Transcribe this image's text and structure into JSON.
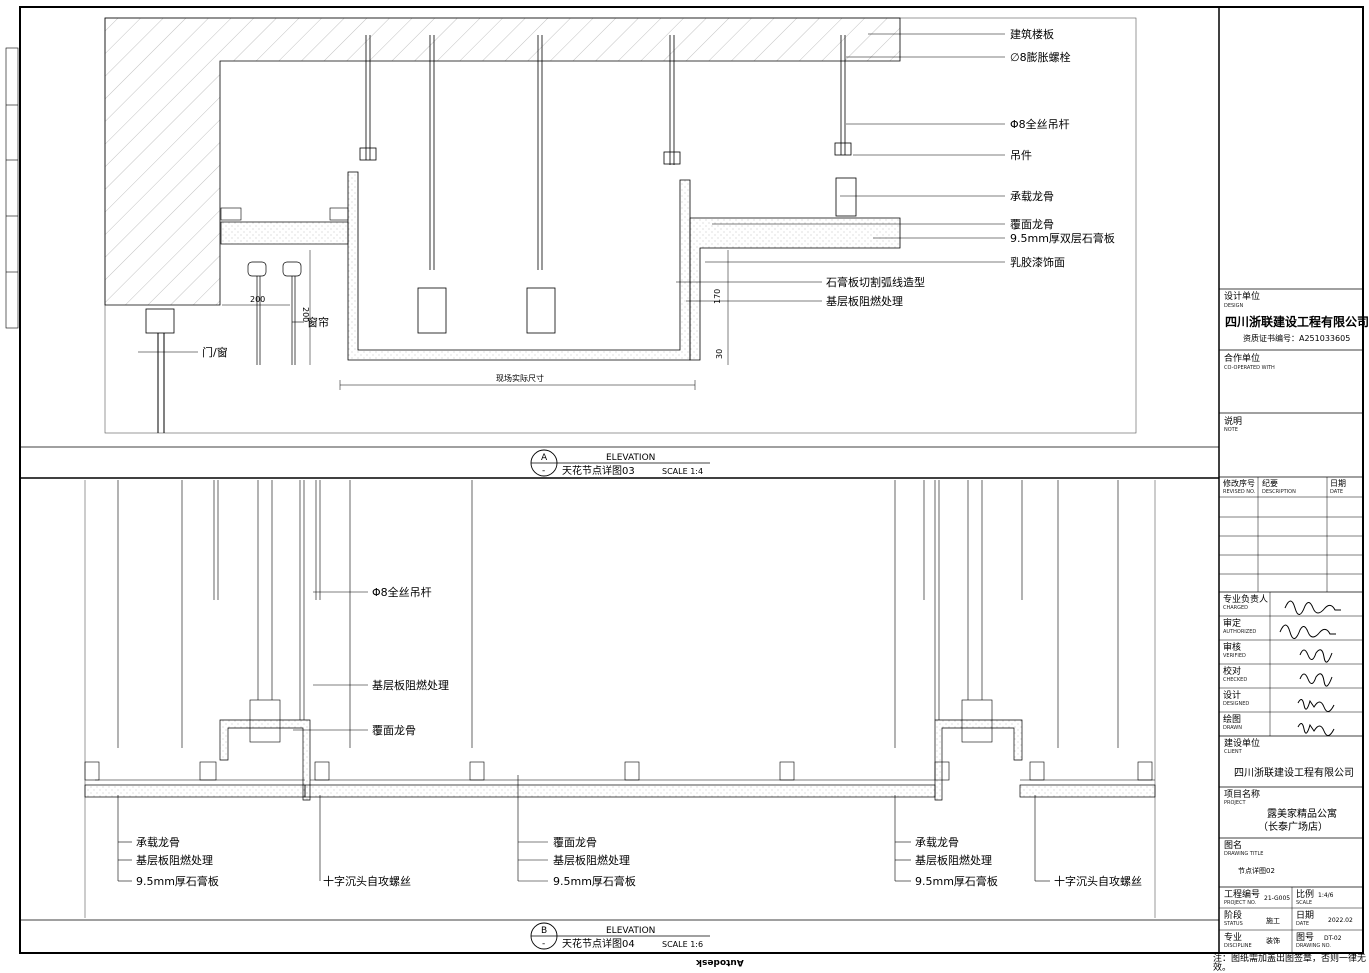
{
  "section_a": {
    "circle_letter": "A",
    "circle_sub": "-",
    "view": "ELEVATION",
    "title": "天花节点详图03",
    "scale": "SCALE 1:4",
    "labels": [
      "建筑楼板",
      "∅8膨胀螺栓",
      "Φ8全丝吊杆",
      "吊件",
      "承载龙骨",
      "覆面龙骨",
      "9.5mm厚双层石膏板",
      "乳胶漆饰面",
      "石膏板切割弧线造型",
      "基层板阻燃处理",
      "窗帘",
      "门/窗"
    ],
    "dims": {
      "d200a": "200",
      "d200b": "200",
      "d170": "170",
      "d30": "30",
      "site": "现场实际尺寸"
    }
  },
  "section_b": {
    "circle_letter": "B",
    "circle_sub": "-",
    "view": "ELEVATION",
    "title": "天花节点详图04",
    "scale": "SCALE 1:6",
    "labels_top": [
      "Φ8全丝吊杆",
      "基层板阻燃处理",
      "覆面龙骨"
    ],
    "group_left": [
      "承载龙骨",
      "基层板阻燃处理",
      "9.5mm厚石膏板"
    ],
    "screw_left": "十字沉头自攻螺丝",
    "group_mid": [
      "覆面龙骨",
      "基层板阻燃处理",
      "9.5mm厚石膏板"
    ],
    "group_right": [
      "承载龙骨",
      "基层板阻燃处理",
      "9.5mm厚石膏板"
    ],
    "screw_right": "十字沉头自攻螺丝"
  },
  "title_block": {
    "design_unit_label": "设计单位",
    "design_unit_en": "DESIGN",
    "company": "四川浙联建设工程有限公司",
    "cert": "资质证书编号：A251033605",
    "coop_label": "合作单位",
    "coop_en": "CO-OPERATED WITH",
    "note_label": "说明",
    "note_en": "NOTE",
    "rev_no": "修改序号",
    "rev_no_en": "REVISED NO.",
    "rev_desc": "纪要",
    "rev_desc_en": "DESCRIPTION",
    "rev_date": "日期",
    "rev_date_en": "DATE",
    "charged": "专业负责人",
    "charged_en": "CHARGED",
    "authorized": "审定",
    "authorized_en": "AUTHORIZED",
    "verified": "审核",
    "verified_en": "VERIFIED",
    "checked": "校对",
    "checked_en": "CHECKED",
    "designed": "设计",
    "designed_en": "DESIGNED",
    "drawn": "绘图",
    "drawn_en": "DRAWN",
    "client_label": "建设单位",
    "client_en": "CLIENT",
    "client": "四川浙联建设工程有限公司",
    "project_label": "项目名称",
    "project_en": "PROJECT",
    "project_1": "露美家精品公寓",
    "project_2": "（长泰广场店）",
    "dwg_title_label": "图名",
    "dwg_title_en": "DRAWING TITLE",
    "dwg_title": "节点详图02",
    "proj_no_label": "工程编号",
    "proj_no_en": "PROJECT NO.",
    "proj_no": "21-G005",
    "scale_label": "比例",
    "scale_en": "SCALE",
    "scale": "1:4/6",
    "stage_label": "阶段",
    "stage_en": "STATUS",
    "stage": "施工",
    "date_label": "日期",
    "date_en": "DATE",
    "date": "2022.02",
    "disc_label": "专业",
    "disc_en": "DISCIPLINE",
    "disc": "装饰",
    "dwg_no_label": "图号",
    "dwg_no_en": "DRAWING NO.",
    "dwg_no": "DT-02"
  },
  "footer": {
    "note": "注：图纸需加盖出图签章，否则一律无效。",
    "autodesk": "Autodesk"
  }
}
